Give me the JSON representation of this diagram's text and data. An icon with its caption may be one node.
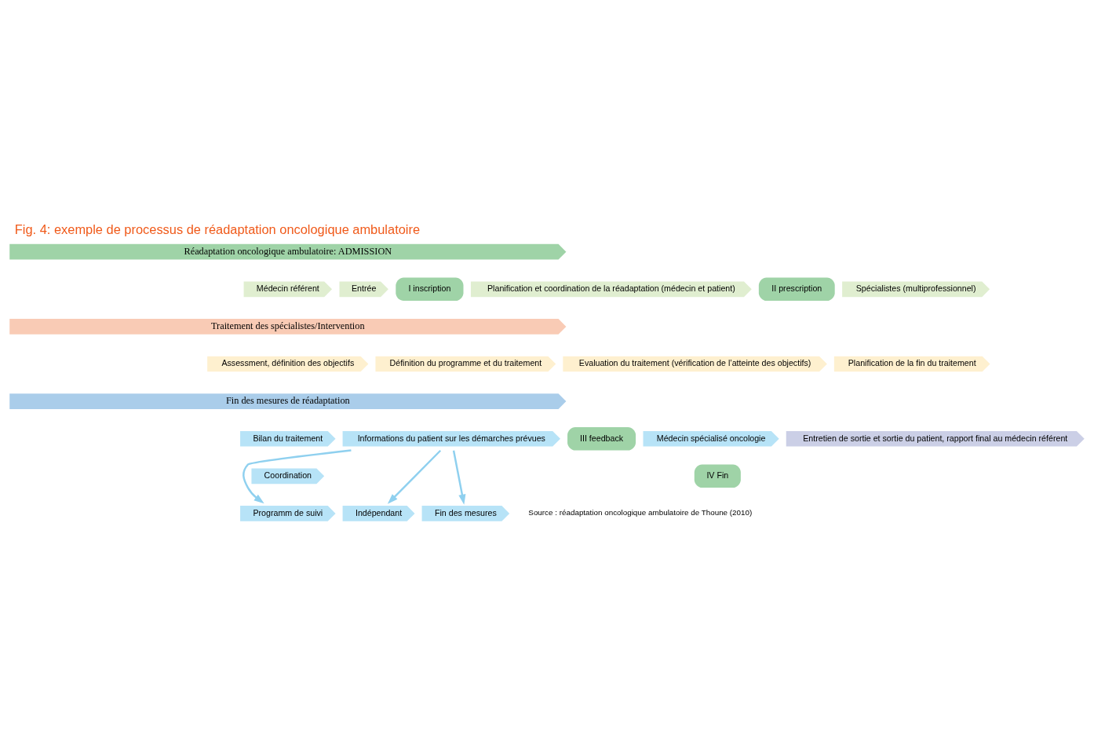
{
  "diagram": {
    "title": "Fig. 4: exemple de processus de réadaptation oncologique ambulatoire",
    "caption": "Source : réadaptation oncologique ambulatoire de Thoune (2010)",
    "nodes": [
      {
        "text": [
          "Réadaptation oncologique ambulatoire: ADMISSION"
        ]
      },
      {
        "text": [
          "Médecin référent"
        ]
      },
      {
        "text": [
          "Entrée"
        ]
      },
      {
        "text": [
          "I inscription"
        ]
      },
      {
        "text": [
          "Planification et coordination de la réadaptation (médecin et patient)"
        ]
      },
      {
        "text": [
          "II prescription"
        ]
      },
      {
        "text": [
          "Spécialistes (multiprofessionnel)"
        ]
      },
      {
        "text": [
          "Traitement des spécialistes/Intervention"
        ]
      },
      {
        "text": [
          "Assessment, définition des objectifs"
        ]
      },
      {
        "text": [
          "Définition du programme et du traitement"
        ]
      },
      {
        "text": [
          "Evaluation du traitement (vérification de l’atteinte des objectifs)"
        ]
      },
      {
        "text": [
          "Planification de la fin du traitement"
        ]
      },
      {
        "text": [
          "Fin des mesures de réadaptation"
        ]
      },
      {
        "text": [
          "Bilan du traitement"
        ]
      },
      {
        "text": [
          "Informations du patient sur les démarches prévues"
        ]
      },
      {
        "text": [
          "III feedback"
        ]
      },
      {
        "text": [
          "Médecin spécialisé oncologie"
        ]
      },
      {
        "text": [
          "Coordination"
        ]
      },
      {
        "text": [
          "Entretien de sortie et sortie du patient, rapport final au médecin référent"
        ]
      },
      {
        "text": [
          "IV Fin"
        ]
      },
      {
        "text": [
          "Programm de suivi"
        ]
      },
      {
        "text": [
          "Indépendant"
        ]
      },
      {
        "text": [
          "Fin des mesures"
        ]
      }
    ],
    "edges": [
      {
        "from": 14,
        "to": 20,
        "arrow": "to"
      },
      {
        "from": 14,
        "to": 21,
        "arrow": "to"
      },
      {
        "from": 14,
        "to": 22,
        "arrow": "to"
      }
    ]
  }
}
